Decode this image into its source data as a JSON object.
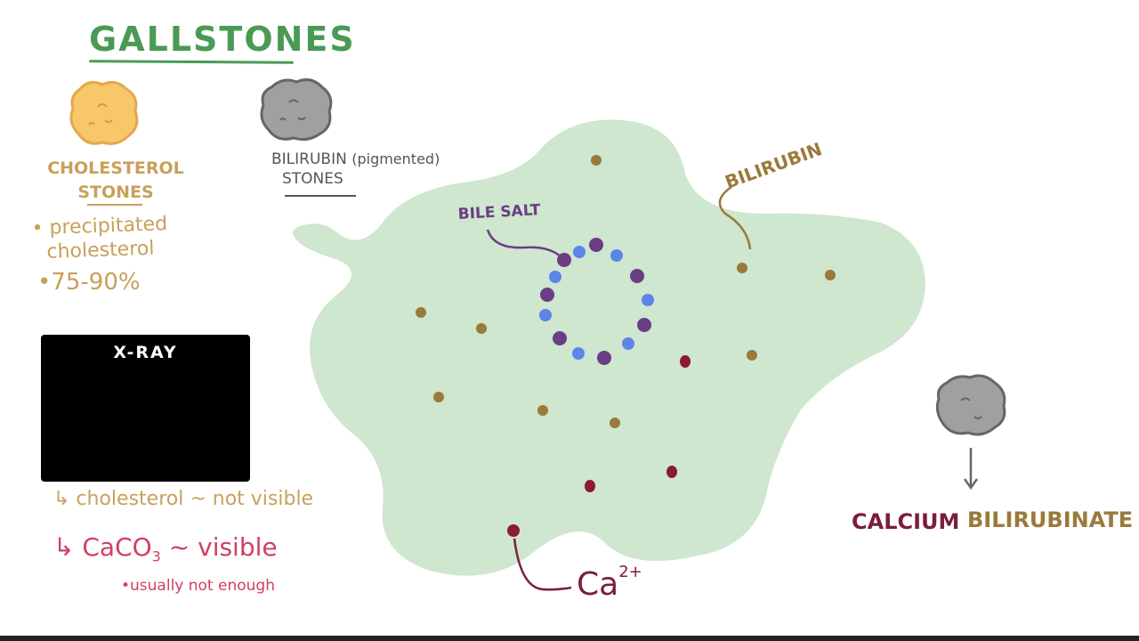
{
  "title": "GALLSTONES",
  "cholesterol": {
    "title_line1": "CHOLESTEROL",
    "title_line2": "STONES",
    "bullet1_line1": "• precipitated",
    "bullet1_line2": "cholesterol",
    "bullet2": "•75-90%"
  },
  "bilirubin_stones": {
    "title_line1": "BILIRUBIN",
    "title_line2": "STONES",
    "note": "(pigmented)"
  },
  "xray": {
    "label": "X-RAY",
    "note_cholesterol": "↳ cholesterol ~ not visible",
    "note_caco3_prefix": "↳ CaCO",
    "note_caco3_sub": "3",
    "note_caco3_suffix": " ~ visible",
    "note_enough": "•usually not enough"
  },
  "diagram": {
    "bile_salt_label": "BILE SALT",
    "bilirubin_label": "BILIRUBIN",
    "calcium_label": "Ca",
    "calcium_sup": "2+"
  },
  "product": {
    "calcium": "CALCIUM",
    "bilirubinate": "BILIRUBINATE"
  },
  "colors": {
    "green_title": "#4a9a55",
    "cholesterol": "#c9a05a",
    "bile_blob": "#cfe6cf",
    "bilirubin_dot": "#9a7a3a",
    "calcium_dot": "#8a1a35",
    "salt_blue": "#5b86e8",
    "salt_purple": "#6a3d85",
    "xray_red": "#d04060"
  }
}
